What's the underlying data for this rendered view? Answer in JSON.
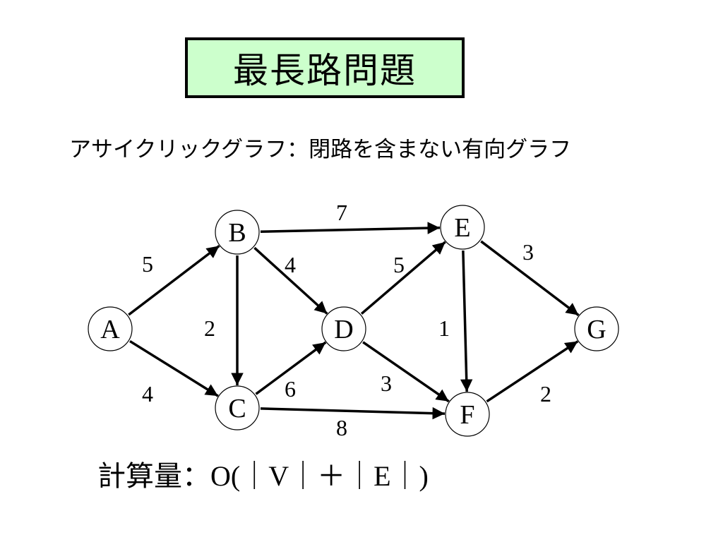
{
  "title": "最長路問題",
  "subtitle": "アサイクリックグラフ：閉路を含まない有向グラフ",
  "complexity": {
    "label": "計算量：",
    "formula": "O(｜V｜＋｜E｜)"
  },
  "graph": {
    "nodes": [
      "A",
      "B",
      "C",
      "D",
      "E",
      "F",
      "G"
    ],
    "edges": [
      {
        "from": "A",
        "to": "B",
        "weight": "5"
      },
      {
        "from": "A",
        "to": "C",
        "weight": "4"
      },
      {
        "from": "B",
        "to": "E",
        "weight": "7"
      },
      {
        "from": "B",
        "to": "D",
        "weight": "4"
      },
      {
        "from": "B",
        "to": "C",
        "weight": "2"
      },
      {
        "from": "C",
        "to": "D",
        "weight": "6"
      },
      {
        "from": "C",
        "to": "F",
        "weight": "8"
      },
      {
        "from": "D",
        "to": "E",
        "weight": "5"
      },
      {
        "from": "D",
        "to": "F",
        "weight": "3"
      },
      {
        "from": "E",
        "to": "F",
        "weight": "1"
      },
      {
        "from": "E",
        "to": "G",
        "weight": "3"
      },
      {
        "from": "F",
        "to": "G",
        "weight": "2"
      }
    ]
  }
}
